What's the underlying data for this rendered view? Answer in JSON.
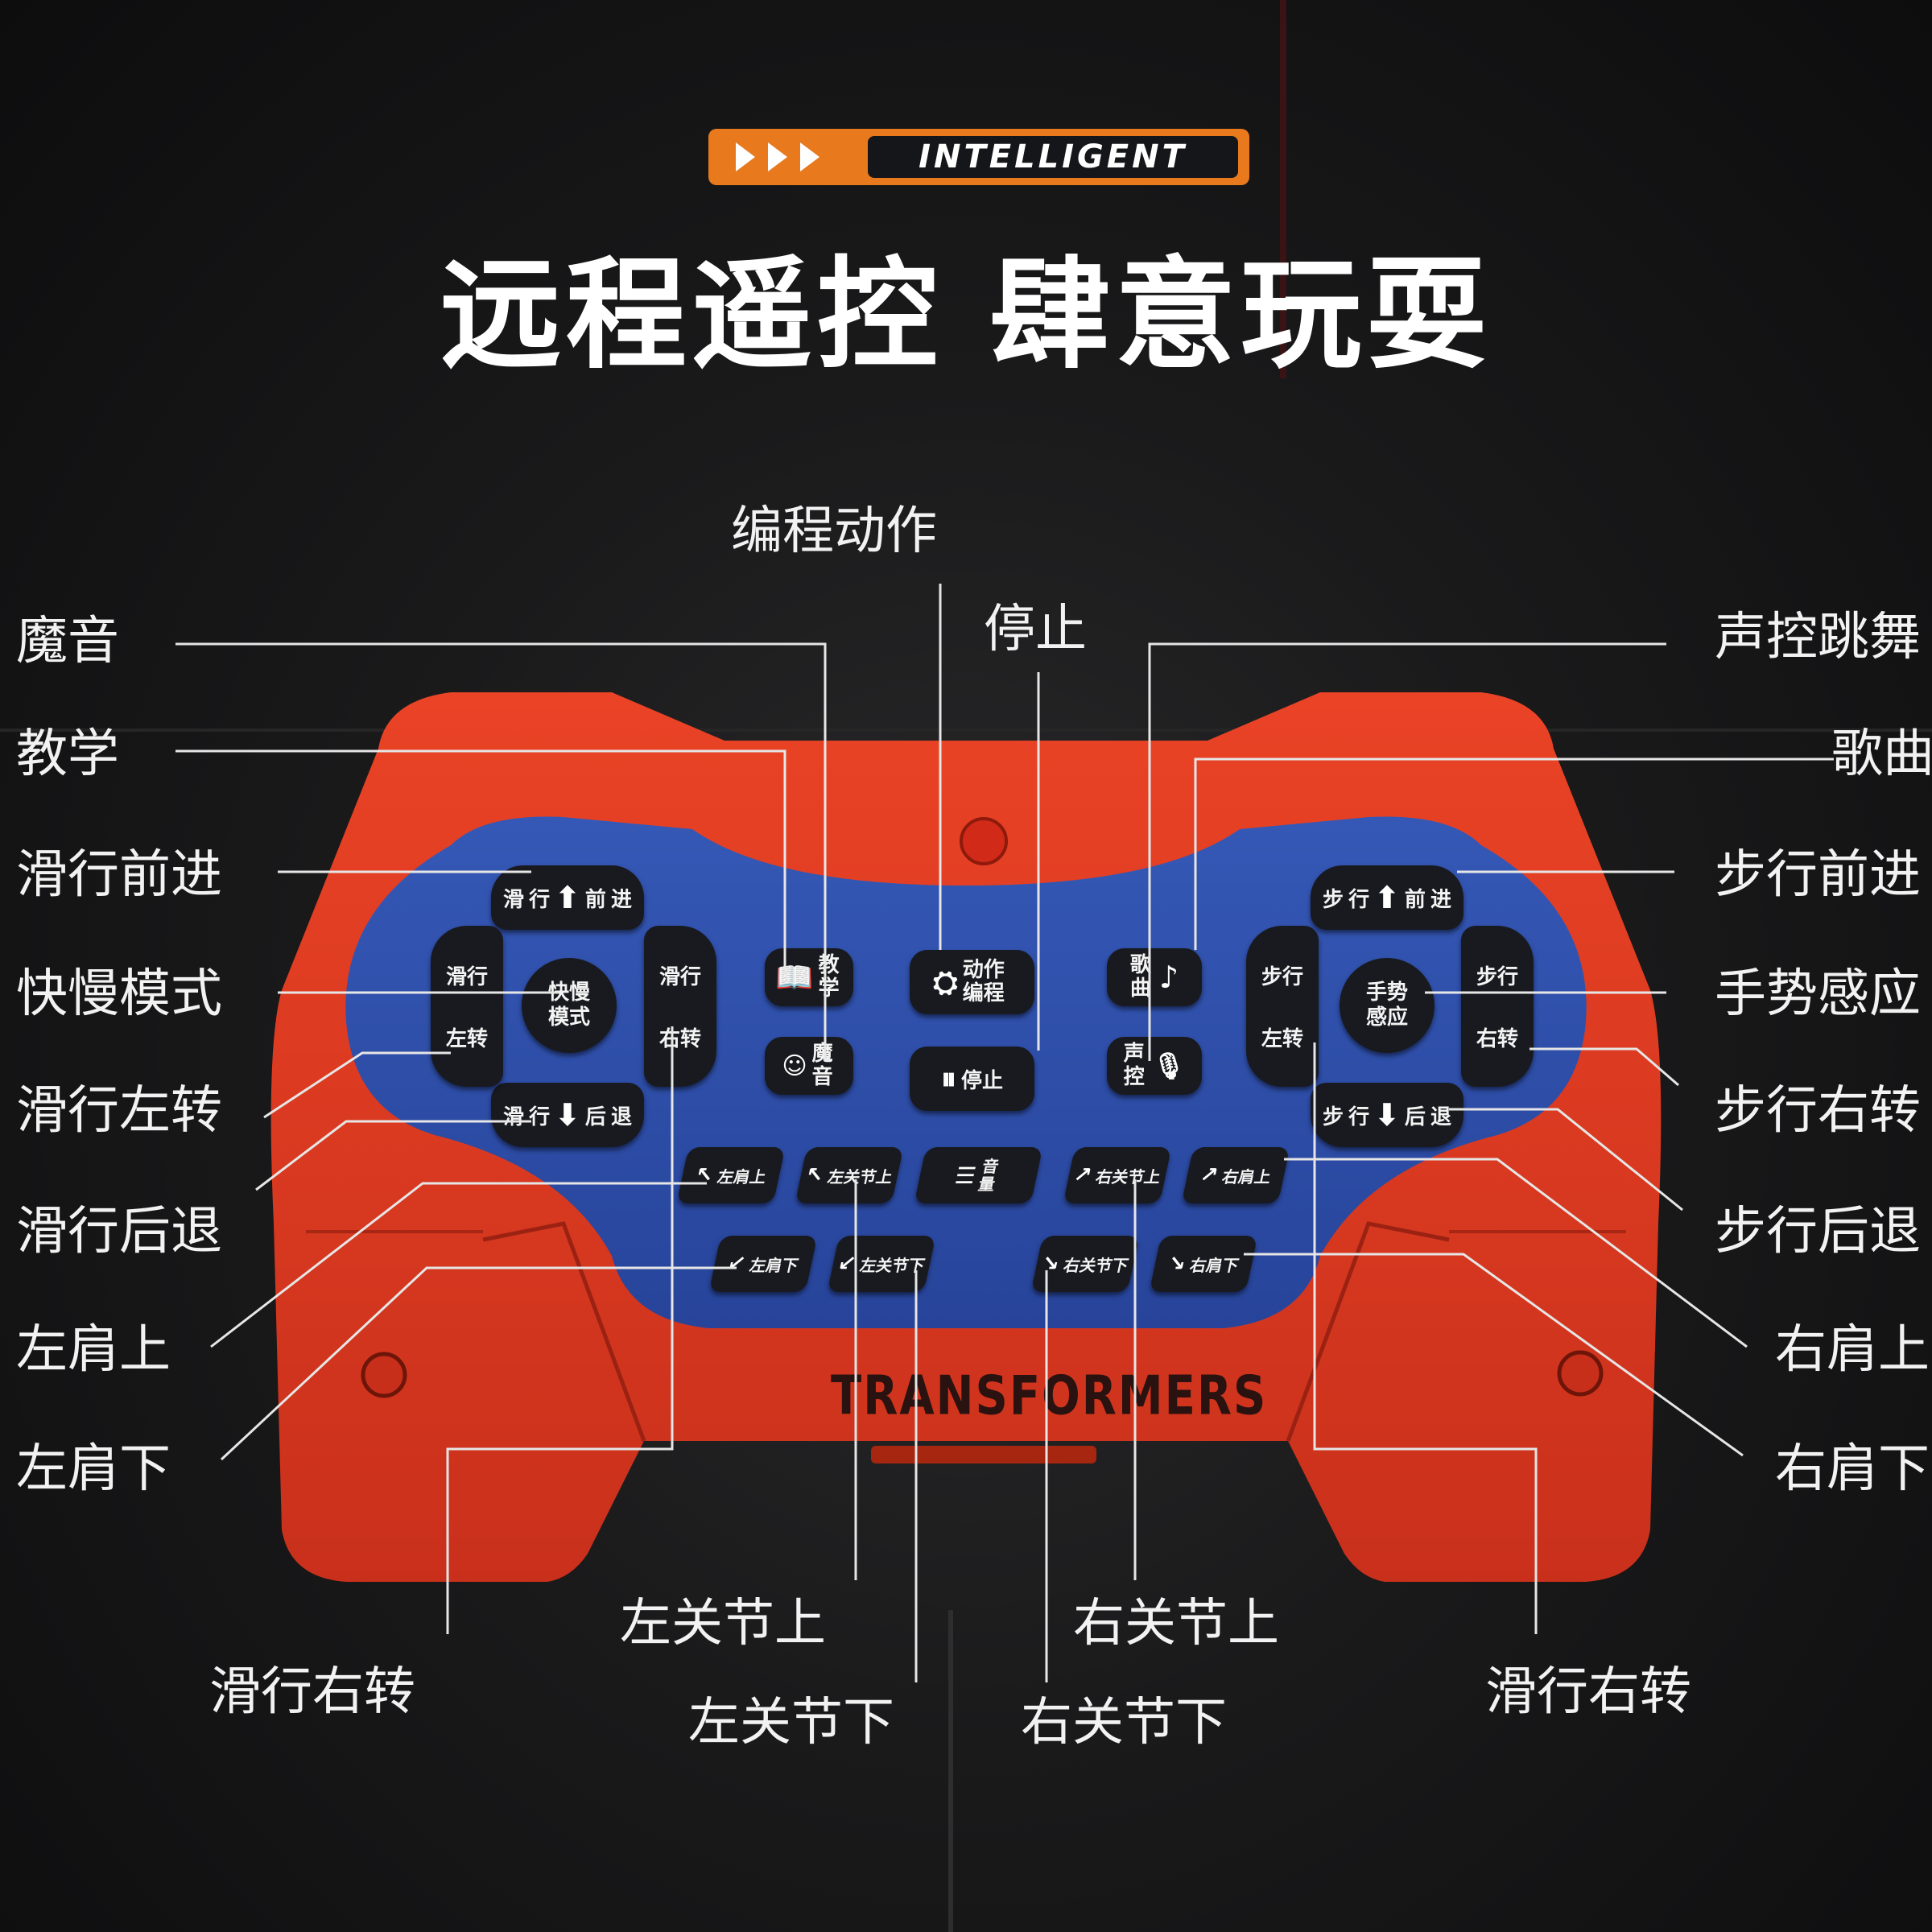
{
  "badge": {
    "text": "INTELLIGENT"
  },
  "headline": "远程遥控 肆意玩耍",
  "brand": "TRANSFORMERS",
  "callouts": {
    "left": [
      "魔音",
      "教学",
      "滑行前进",
      "快慢模式",
      "滑行左转",
      "滑行后退",
      "左肩上",
      "左肩下"
    ],
    "right": [
      "声控跳舞",
      "歌曲",
      "步行前进",
      "手势感应",
      "步行右转",
      "步行后退",
      "右肩上",
      "右肩下"
    ],
    "top": [
      "编程动作",
      "停止"
    ],
    "bottom": [
      "滑行右转",
      "左关节上",
      "左关节下",
      "右关节上",
      "右关节下",
      "滑行右转"
    ]
  },
  "keys": {
    "glide_forward": [
      "滑",
      "行",
      "前",
      "进"
    ],
    "glide_back": [
      "滑",
      "行",
      "后",
      "退"
    ],
    "glide_left_top": "滑行",
    "glide_left_bottom": "左转",
    "glide_right_top": "滑行",
    "glide_right_bottom": "右转",
    "speed_mode": "快慢模式",
    "teach": "教学",
    "magic_voice": "魔音",
    "program": "动作编程",
    "stop": "停止",
    "song": "歌曲",
    "voice_control": "声控",
    "walk_forward": [
      "步",
      "行",
      "前",
      "进"
    ],
    "walk_back": [
      "步",
      "行",
      "后",
      "退"
    ],
    "walk_left_top": "步行",
    "walk_left_bottom": "左转",
    "walk_right_top": "步行",
    "walk_right_bottom": "右转",
    "gesture": "手势感应",
    "left_shoulder_up": "左肩上",
    "left_joint_up": "左关节上",
    "volume": "音量",
    "right_joint_up": "右关节上",
    "right_shoulder_up": "右肩上",
    "left_shoulder_down": "左肩下",
    "left_joint_down": "左关节下",
    "right_joint_down": "右关节下",
    "right_shoulder_down": "右肩下"
  },
  "colors": {
    "accent": "#e8791c",
    "body": "#e53a22",
    "panel": "#2e4fa8",
    "key": "#191a1f"
  }
}
